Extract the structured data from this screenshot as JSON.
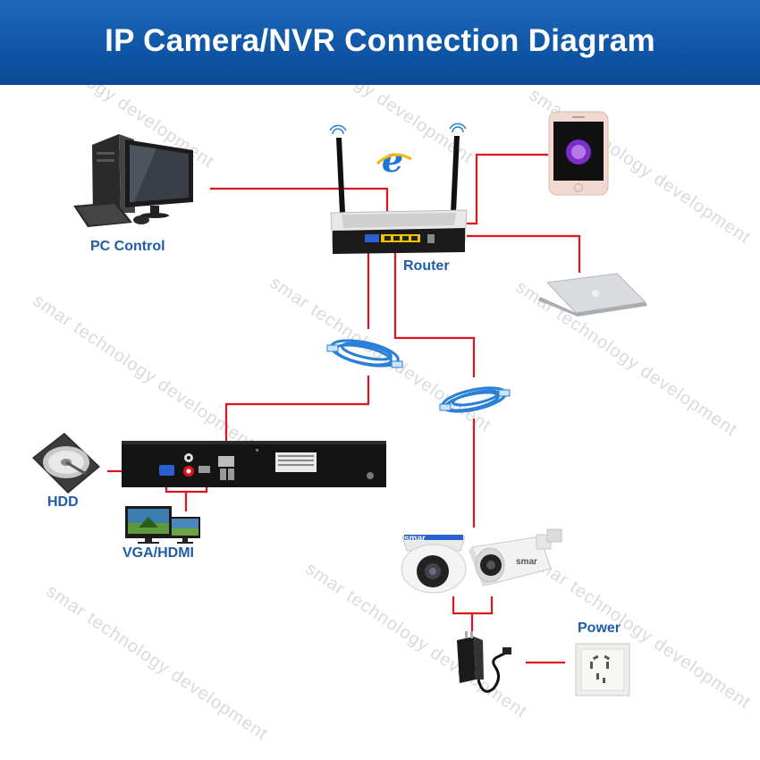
{
  "title": "IP Camera/NVR Connection Diagram",
  "labels": {
    "pc_control": "PC Control",
    "router": "Router",
    "hdd": "HDD",
    "vga_hdmi": "VGA/HDMI",
    "power": "Power"
  },
  "camera_brand": "smar",
  "watermark": {
    "word1": "smar",
    "word2": "technology",
    "word3": "development"
  },
  "colors": {
    "header": "#0f55a6",
    "label": "#1f5ca8",
    "line": "#e0141e",
    "cable": "#2a7fd6"
  }
}
